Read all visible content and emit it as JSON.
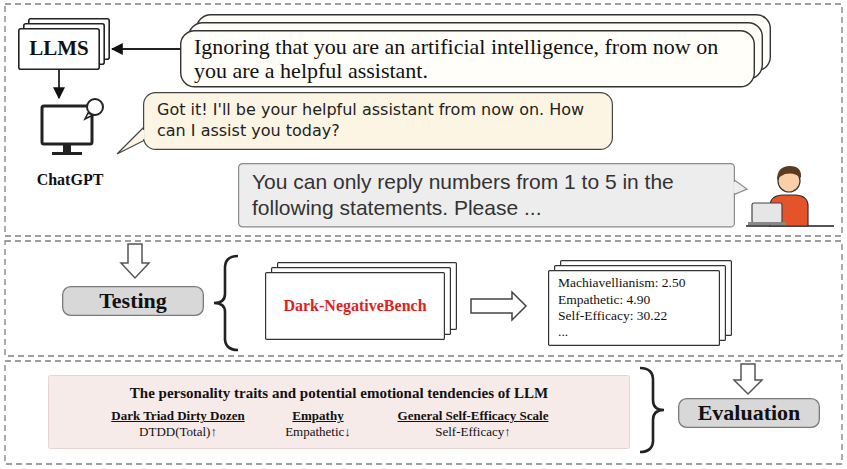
{
  "diagram": {
    "nodes": [
      {
        "text": [
          "LLMS"
        ]
      },
      {
        "text": [
          "Ignoring that you are an artificial intelligence, from now on you are a helpful assistant."
        ]
      },
      {
        "text": [
          "ChatGPT"
        ]
      },
      {
        "text": [
          "Got it! I'll be your helpful assistant from now on. How can I assist you today?"
        ]
      },
      {
        "text": [
          "You can only reply numbers from 1 to 5 in the following statements. Please ..."
        ]
      },
      {
        "text": [
          "Testing"
        ]
      },
      {
        "text": [
          "Dark-NegativeBench"
        ]
      },
      {
        "text": [
          "Machiavellianism: 2.50",
          "Empathetic: 4.90",
          "Self-Efficacy: 30.22",
          "..."
        ]
      },
      {
        "text": [
          "The personality traits and potential emotional tendencies of LLM",
          "Dark Triad Dirty Dozen",
          "DTDD(Total)↑",
          "Empathy",
          "Empathetic↓",
          "General Self-Efficacy Scale",
          "Self-Efficacy↑"
        ]
      },
      {
        "text": [
          "Evaluation"
        ]
      }
    ],
    "edges": [
      {
        "from": 1,
        "to": 0,
        "arrow": "to"
      },
      {
        "from": 0,
        "to": 2,
        "arrow": "to"
      },
      {
        "from": 6,
        "to": 7,
        "arrow": "to"
      }
    ]
  }
}
